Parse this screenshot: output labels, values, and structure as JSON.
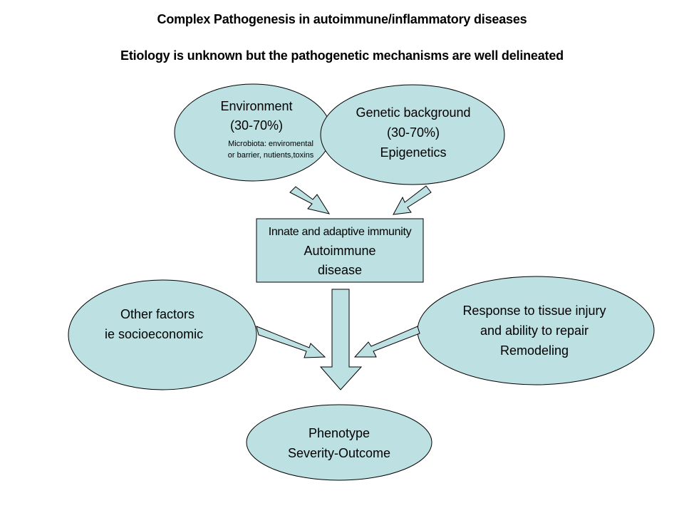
{
  "titles": {
    "main": "Complex Pathogenesis in autoimmune/inflammatory diseases",
    "subtitle": "Etiology is unknown but the pathogenetic mechanisms are well delineated"
  },
  "nodes": {
    "environment": {
      "line1": "Environment",
      "line2": "(30-70%)",
      "note1": "Microbiota: enviromental",
      "note2": "or barrier,  nutients,toxins"
    },
    "genetic": {
      "line1": "Genetic background",
      "line2": "(30-70%)",
      "line3": "Epigenetics"
    },
    "immunity": {
      "line1": "Innate and adaptive immunity",
      "line2": "Autoimmune",
      "line3": "disease"
    },
    "other_factors": {
      "line1": "Other factors",
      "line2": "ie socioeconomic"
    },
    "tissue_response": {
      "line1": "Response to tissue injury",
      "line2": "and ability to repair",
      "line3": "Remodeling"
    },
    "phenotype": {
      "line1": "Phenotype",
      "line2": "Severity-Outcome"
    }
  },
  "colors": {
    "fill": "#bde0e3",
    "stroke": "#000000"
  }
}
